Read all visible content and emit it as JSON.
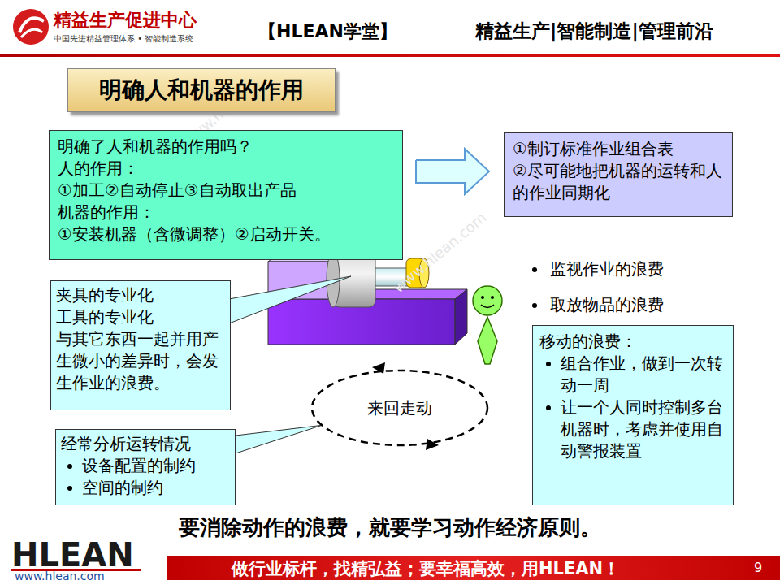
{
  "diagram": {
    "title": "明确人和机器的作用",
    "caption": "要消除动作的浪费，就要学习动作经济原则。",
    "nodes": [
      {
        "text": [
          "明确了人和机器的作用吗？",
          "人的作用：",
          "①加工②自动停止③自动取出产品",
          "机器的作用：",
          "①安装机器（含微调整）②启动开关。"
        ]
      },
      {
        "text": [
          "①制订标准作业组合表",
          "②尽可能地把机器的运转和人的作业同期化"
        ]
      },
      {
        "text": [
          "夹具的专业化",
          "工具的专业化",
          "与其它东西一起并用产生微小的差异时，会发生作业的浪费。"
        ]
      },
      {
        "text": [
          "来回走动"
        ]
      },
      {
        "text": [
          "经常分析运转情况",
          "设备配置的制约",
          "空间的制约"
        ]
      },
      {
        "text": [
          "移动的浪费：",
          "组合作业，做到一次转动一周",
          "让一个人同时控制多台机器时，考虑并使用自动警报装置"
        ]
      }
    ],
    "edges": [
      {
        "from": 0,
        "to": 1,
        "arrow": "to"
      },
      {
        "from": 4,
        "to": 3,
        "arrow": "none"
      }
    ],
    "labels": [
      "精益生产促进中心",
      "中国先进精益管理体系 • 智能制造系统",
      "【HLEAN学堂】",
      "精益生产|智能制造|管理前沿",
      "监视作业的浪费",
      "取放物品的浪费",
      "HLEAN",
      "www.hlean.com",
      "做行业标杆，找精弘益；要幸福高效，用HLEAN！",
      "9",
      "www.hlean.com",
      "www.hlean.com"
    ]
  }
}
